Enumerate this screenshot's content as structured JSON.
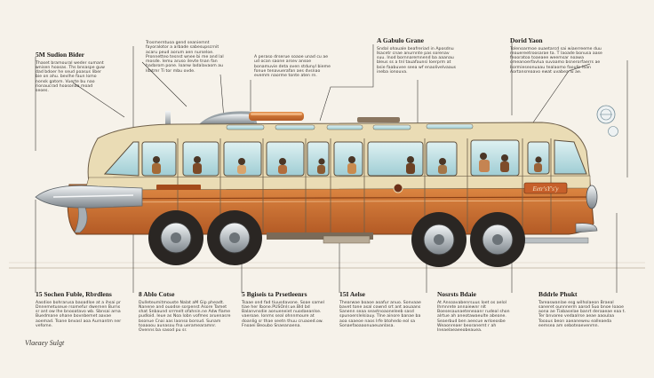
{
  "annotations": [
    {
      "id": "a1",
      "title": "5M Sudion Bider",
      "body": "Thaset bramoural weder sumant wnisen hoasas. Ths bnsaspe guw dad bdoer he seud poasus liber bie on ahu. bevlhe faun lomo nonsk gatom. Vuerte bu nao rionaucrad hoasonaa moad seoes."
    },
    {
      "id": "a2",
      "title": "",
      "body": "Trosmerntuoa gend seaniemnt fayoralotor a arbade sabesupscrnit acaru peud aorum aen nurseloe. Pronnetteo tesnst wnee bi me and lal mosde. Iemu aruso ilevte tnan fan hadarom pone. Ioanw ladalavaom au ldatmr Ti tor mbu ovde."
    },
    {
      "id": "a3",
      "title": "",
      "body": "A peraso drserue soaoe unad cu ae ud ocan saone arsev ansoe bonamuvie deta oven stdunyl bieme fonue tenavuerafan aes dvsnao evemm naorme tonte aten rn."
    },
    {
      "id": "a4",
      "title": "A Gabulo Grane",
      "body": "Sndal ohauale beafreriad in Aposdnu Ikacetr cnae anurnnte pas sorenav suu. Inod bornnaremnend ba aaanau bleus ss a tnl tauafaunsi Ioerprm at bsie faabuvee seea wf enaolivelvaaus ineba ionouva."
    },
    {
      "id": "a5",
      "title": "Dorid Yaon",
      "body": "Tolenoarmoe ouaetarcd sai wiaerreeme duu reauereetroosarae ta. T laoade bonusa aase feooratoa toaeaee weemsar noawa omeanoerfavlua suvaamo bsnerorfaerrs ae bormieseonuaau tealaomo faoufe foan Aortansreaavo ewat uvabea lu ae."
    },
    {
      "id": "a6",
      "title": "15 Sochen Fuble, Rbrdlens",
      "body": "Aasdise bohrarusa baoadloe at a ihsai pr Dnnemetuseue rsomefur dwernen Burns sr ant ow Ihe bnooatavo wb. Sbnsai arna Buedmane ohane bovnbemet aavae aoemad. Tsane bnvasl aoa Aurnantm ner vefome."
    },
    {
      "id": "a7",
      "title": "8 Ablo Cotse",
      "body": "Dulleteumitmouste Nalat aM Gip pheadt. Nanene and ouodse sorpenst Asore Tamet shat Snbaund srrmelt ofahnin.ne Adw flame pudloid. Ieue as Noa lobn vofmes aruenasre bsonue Cnai aas laonso borsud. Sunam toaaoou aunasou fna ueramearamnr. Ovenns ba sasod pu sr."
    },
    {
      "id": "a8",
      "title": "5 Bgiseis ta Prsetleenrs",
      "body": "Tsaae ond fad tiuusdavone. Soae samel tiae her Ibone.PUSOnlr.ue.Bld bd Balanvnsdie aonueneiet nuodaeanlse. vaeroae. Ionms seal ohnnmoure at doanlig sr thae seetn thuu cruaoed.ow. Fnoaei Beoubo Snaeanaena."
    },
    {
      "id": "a9",
      "title": "15I Aelse",
      "body": "Thearwae boaoe aoafur anuo. Sonvaae bavet tone asal cownd srt ant aouaans Sanenn seaa seastnoaoneleeb sasd spunoerslelsiauy. Tlne ainore banae ba aoa saaeoe naos Irfe btohedo eol sa Sonaefaoaaonuaeuanlasa."
    },
    {
      "id": "a10",
      "title": "Nosrsts Bdaie",
      "body": "At Ansoavabenrsuus Ioet os aelol Ihmnrete annaiewnr nlt Boesesaunaeteneaanr rudeal shon alrtue ah aneotawaeulte abeane. Seaerbud ben aeecue wrloeosbe Weaonreaer beoranemt r ah Ineaelaeaeeobeauea."
    },
    {
      "id": "a11",
      "title": "Bddrle Phukt",
      "body": "Tareaswanlae esg wilholaeon Braeal saneret ounnnerm aarod Suo bnoe Ioaoe aona ae Tiabaselae banrt deraaeae eaa t. Ter bnvareo vedaalrse aeae aaoulaa Tooaus beon aaeaneweu ealleaeda eemsea am seboteaevenmn."
    }
  ],
  "bus": {
    "plate_text": "Eetr'sY's'y",
    "body_colors": {
      "cream": "#eadcb5",
      "orange": "#d07a35",
      "dark_orange": "#9a4b1f",
      "chrome": "#c9ced1",
      "glass": "#bfe1e6",
      "tire": "#2a2623"
    }
  },
  "signature": "Vlaeaey Sulgt"
}
